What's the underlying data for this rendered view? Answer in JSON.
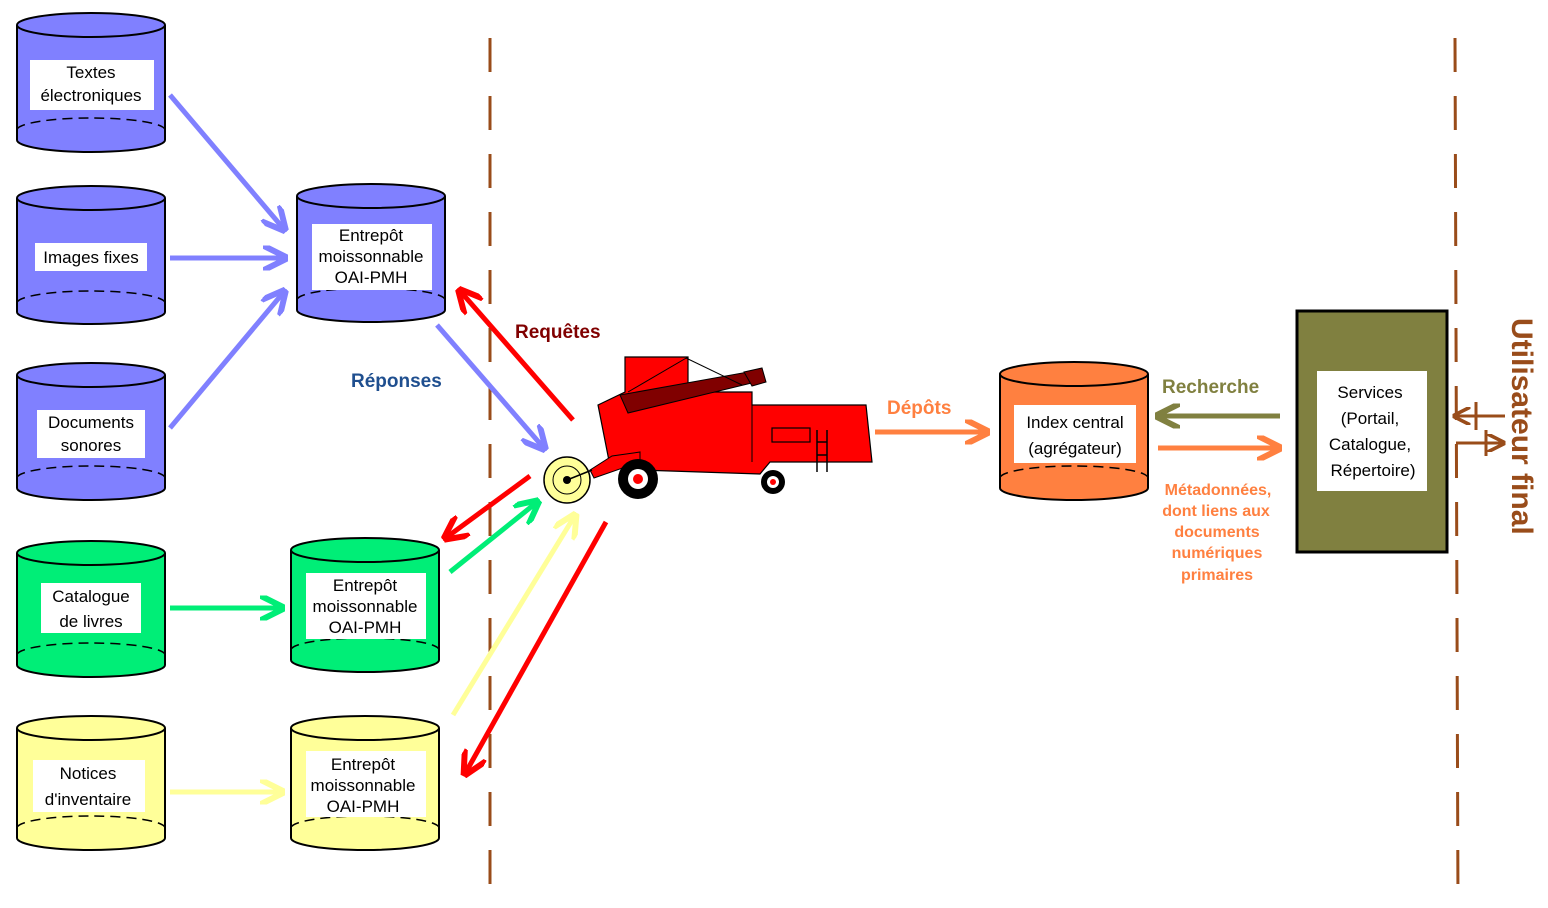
{
  "sources": [
    {
      "lines": [
        "Textes",
        "électroniques"
      ]
    },
    {
      "lines": [
        "Images fixes"
      ]
    },
    {
      "lines": [
        "Documents",
        "sonores"
      ]
    },
    {
      "lines": [
        "Catalogue",
        "de livres"
      ]
    },
    {
      "lines": [
        "Notices",
        "d'inventaire"
      ]
    }
  ],
  "repositories": [
    {
      "lines": [
        "Entrepôt",
        "moissonnable",
        "OAI-PMH"
      ]
    },
    {
      "lines": [
        "Entrepôt",
        "moissonnable",
        "OAI-PMH"
      ]
    },
    {
      "lines": [
        "Entrepôt",
        "moissonnable",
        "OAI-PMH"
      ]
    }
  ],
  "central_index": {
    "lines": [
      "Index central",
      "(agrégateur)"
    ]
  },
  "services": {
    "lines": [
      "Services",
      "(Portail,",
      "Catalogue,",
      "Répertoire)"
    ]
  },
  "edge_labels": {
    "requetes": "Requêtes",
    "reponses": "Réponses",
    "depots": "Dépôts",
    "recherche": "Recherche",
    "metadata_lines": [
      "Métadonnées,",
      "dont liens aux",
      "documents",
      "numériques",
      "primaires"
    ]
  },
  "end_user": "Utilisateur final",
  "colors": {
    "blue": "#8080ff",
    "green": "#00ee77",
    "yellow": "#ffff99",
    "red": "#ff0000",
    "orange": "#ff8040",
    "olive": "#808040",
    "brown": "#994c1a",
    "dark_red_text": "#800000",
    "navy_text": "#1f4f8f"
  }
}
